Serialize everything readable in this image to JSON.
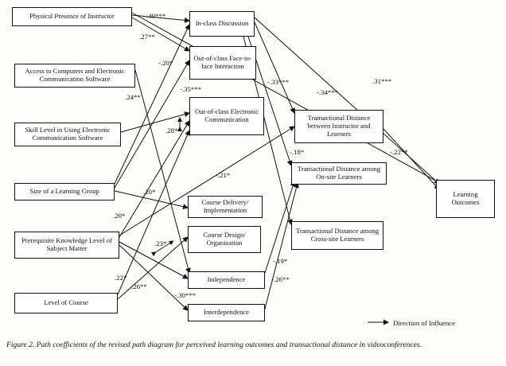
{
  "nodes": {
    "physical_presence": "Physical Presence of Instructor",
    "access_computers": "Access to Computers and Electronic Communication Software",
    "skill_level": "Skill Level in Using Electronic Communication Software",
    "group_size": "Size of a Learning Group",
    "prereq_knowledge": "Prerequisite Knowledge Level of Subject Matter",
    "course_level": "Level of Course",
    "inclass_discussion": "In-class Discussion",
    "ooc_face_to_face": "Out-of-class Face-to-face Interaction",
    "ooc_electronic": "Out-of-class Electronic Communication",
    "course_delivery": "Course Delivery/ Implementation",
    "course_design": "Course Design/ Organization",
    "independence": "Independence",
    "interdependence": "Interdependence",
    "td_instructor_learners": "Transactional Distance between Instructor and Learners",
    "td_onsite": "Transactional Distance among On-site Learners",
    "td_crosssite": "Transactional Distance among Cross-site Learners",
    "learning_outcomes": "Learning Outcomes"
  },
  "coefficients": {
    "c1": ".40***",
    "c2": ".27**",
    "c3": "-.20*",
    "c4": "-.35***",
    "c5": ".24**",
    "c6": ".28**",
    "c7": "-.33***",
    "c8": "-.34***",
    "c9": ".31***",
    "c10": "-.18*",
    "c11": "-.22**",
    "c12": "-.21*",
    "c13": ".20*",
    "c14": ".20*",
    "c15": ".23*",
    "c16": "-.19*",
    "c17": ".22*",
    "c18": ".26**",
    "c19": "-.26**",
    "c20": "-.30***"
  },
  "legend": "Direction of Influence",
  "caption": "Figure 2. Path coefficients of the revised path diagram for perceived learning outcomes and transactional distance in videoconferences."
}
